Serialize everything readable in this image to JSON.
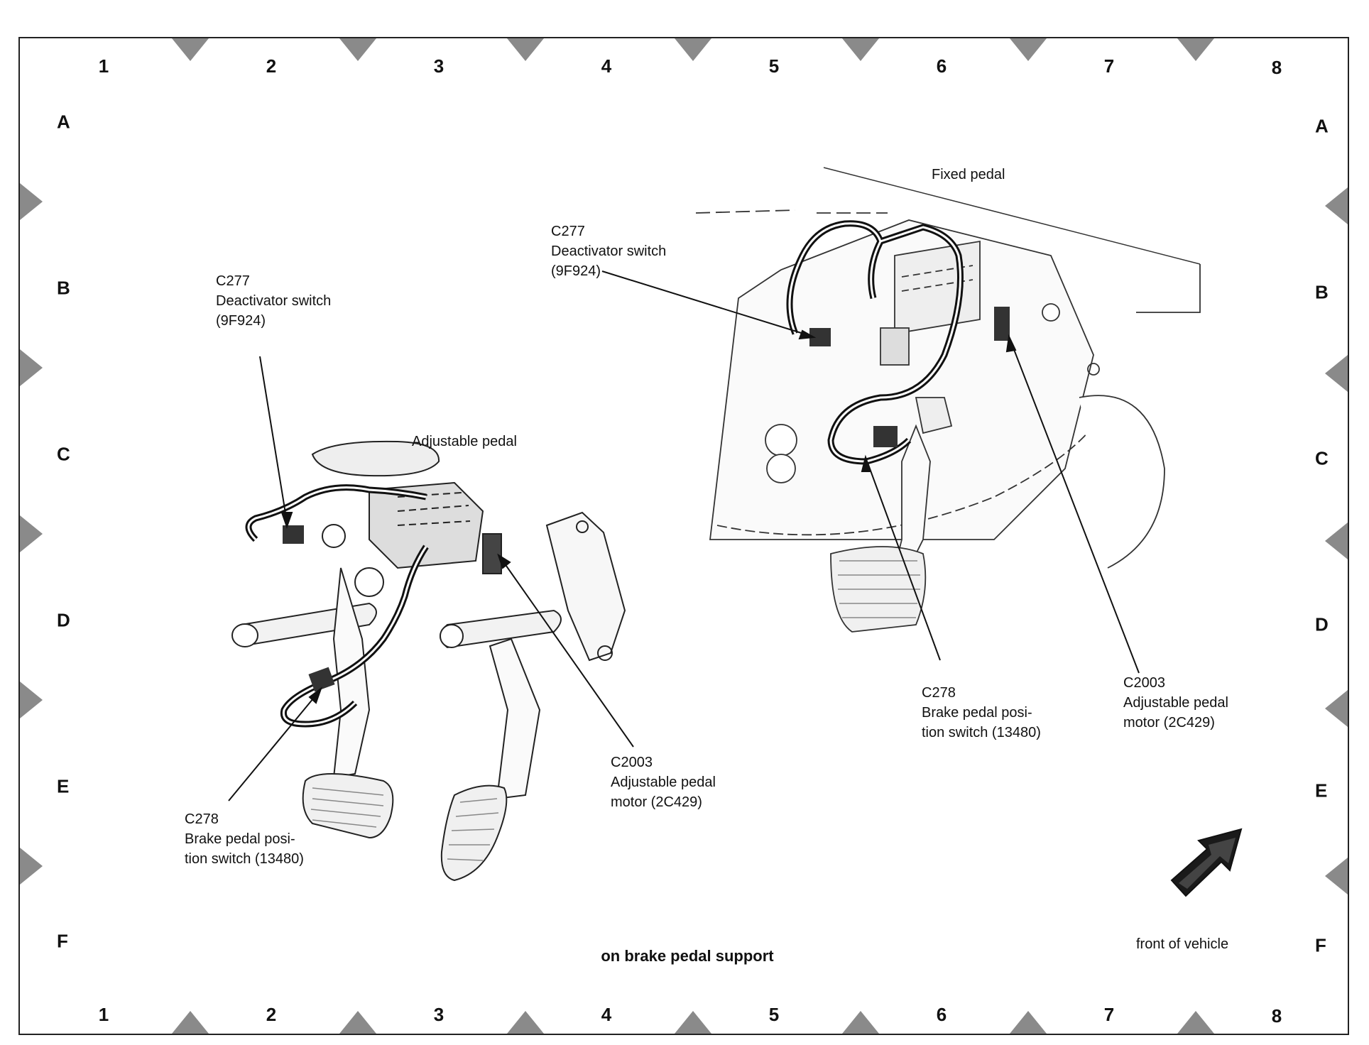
{
  "grid": {
    "columns": [
      "1",
      "2",
      "3",
      "4",
      "5",
      "6",
      "7",
      "8"
    ],
    "rows": [
      "A",
      "B",
      "C",
      "D",
      "E",
      "F"
    ]
  },
  "left_view": {
    "title": "Adjustable pedal",
    "c277": {
      "id": "C277",
      "name": "Deactivator switch",
      "part": "(9F924)"
    },
    "c278": {
      "id": "C278",
      "name_line1": "Brake pedal posi-",
      "name_line2": "tion switch (13480)"
    },
    "c2003": {
      "id": "C2003",
      "name_line1": "Adjustable pedal",
      "name_line2": "motor (2C429)"
    }
  },
  "right_view": {
    "title": "Fixed pedal",
    "c277": {
      "id": "C277",
      "name": "Deactivator switch",
      "part": "(9F924)"
    },
    "c278": {
      "id": "C278",
      "name_line1": "Brake pedal posi-",
      "name_line2": "tion switch (13480)"
    },
    "c2003": {
      "id": "C2003",
      "name_line1": "Adjustable pedal",
      "name_line2": "motor (2C429)"
    }
  },
  "caption": "on brake pedal support",
  "front_label": "front of vehicle"
}
